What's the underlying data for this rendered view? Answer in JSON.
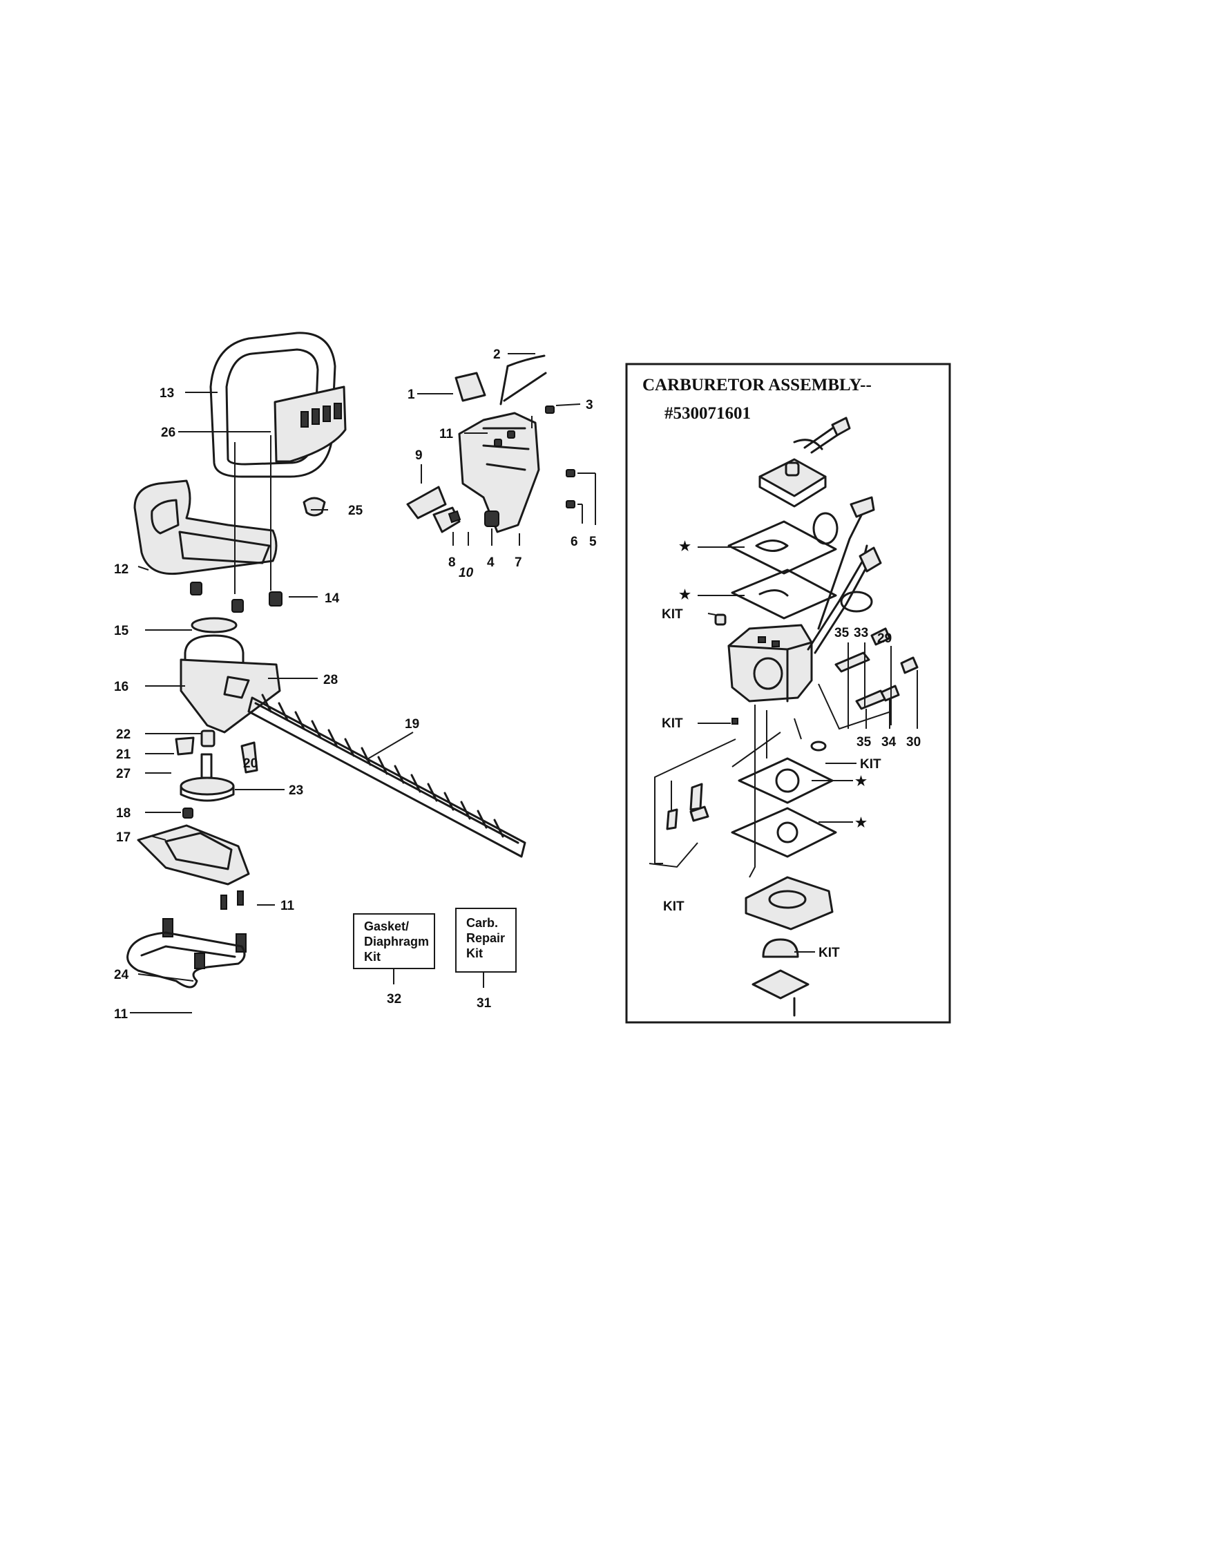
{
  "carburetor": {
    "title_line1": "CARBURETOR ASSEMBLY--",
    "title_line2": "#530071601"
  },
  "kit_boxes": [
    {
      "lines": [
        "Gasket/",
        "Diaphragm",
        "Kit"
      ],
      "number": "32"
    },
    {
      "lines": [
        "Carb.",
        "Repair",
        "Kit"
      ],
      "number": "31"
    }
  ],
  "callouts": {
    "c1": "1",
    "c2": "2",
    "c3": "3",
    "c4": "4",
    "c5": "5",
    "c6": "6",
    "c7": "7",
    "c8": "8",
    "c9": "9",
    "c10": "10",
    "c11a": "11",
    "c11b": "11",
    "c11c": "11",
    "c12": "12",
    "c13": "13",
    "c14": "14",
    "c15": "15",
    "c16": "16",
    "c17": "17",
    "c18": "18",
    "c19": "19",
    "c20": "20",
    "c21": "21",
    "c22": "22",
    "c23": "23",
    "c24": "24",
    "c25": "25",
    "c26": "26",
    "c27": "27",
    "c28": "28",
    "c29": "29",
    "c30": "30",
    "c33": "33",
    "c34": "34",
    "c35a": "35",
    "c35b": "35",
    "kit1": "KIT",
    "kit2": "KIT",
    "kit3": "KIT",
    "kit4": "KIT",
    "kit5": "KIT",
    "star1": "★",
    "star2": "★",
    "star3": "★",
    "star4": "★"
  },
  "icons": [
    "hedge-trimmer-blade",
    "front-handle",
    "rear-handle",
    "carburetor-body",
    "gear"
  ]
}
